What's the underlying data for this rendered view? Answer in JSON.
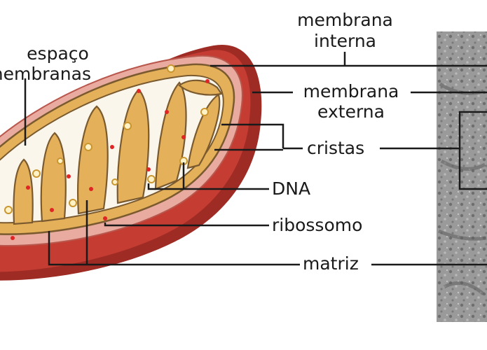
{
  "labels": {
    "intermembrane_line1": "espaço",
    "intermembrane_line2": "intermembranas",
    "inner_membrane_line1": "membrana",
    "inner_membrane_line2": "interna",
    "outer_membrane_line1": "membrana",
    "outer_membrane_line2": "externa",
    "cristae": "cristas",
    "dna": "DNA",
    "ribosome": "ribossomo",
    "matrix": "matriz"
  },
  "colors": {
    "outer_membrane": "#c43c32",
    "outer_membrane_dark": "#9e2b24",
    "intermembrane_space": "#e9aaa0",
    "inner_membrane": "#e4b15a",
    "inner_membrane_edge": "#7a5a2e",
    "matrix": "#fbf6ec",
    "ribosome": "#e02525",
    "dna": "#e8c06a",
    "micrograph": "#8d8d8d",
    "leader": "#1a1a1a"
  }
}
